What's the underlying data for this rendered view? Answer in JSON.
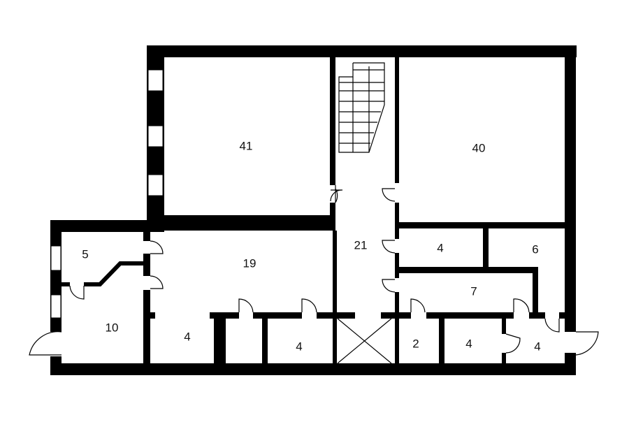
{
  "title": "Floor plan",
  "rooms": [
    {
      "id": "room-41",
      "area": "41"
    },
    {
      "id": "room-40",
      "area": "40"
    },
    {
      "id": "room-21",
      "area": "21"
    },
    {
      "id": "room-4-upper",
      "area": "4"
    },
    {
      "id": "room-6",
      "area": "6"
    },
    {
      "id": "room-5",
      "area": "5"
    },
    {
      "id": "room-19",
      "area": "19"
    },
    {
      "id": "room-7",
      "area": "7"
    },
    {
      "id": "room-10",
      "area": "10"
    },
    {
      "id": "room-4-a",
      "area": "4"
    },
    {
      "id": "room-4-b",
      "area": "4"
    },
    {
      "id": "room-2",
      "area": "2"
    },
    {
      "id": "room-4-c",
      "area": "4"
    },
    {
      "id": "room-4-entry",
      "area": "4"
    }
  ],
  "colors": {
    "wall": "#000000",
    "background": "#ffffff"
  }
}
